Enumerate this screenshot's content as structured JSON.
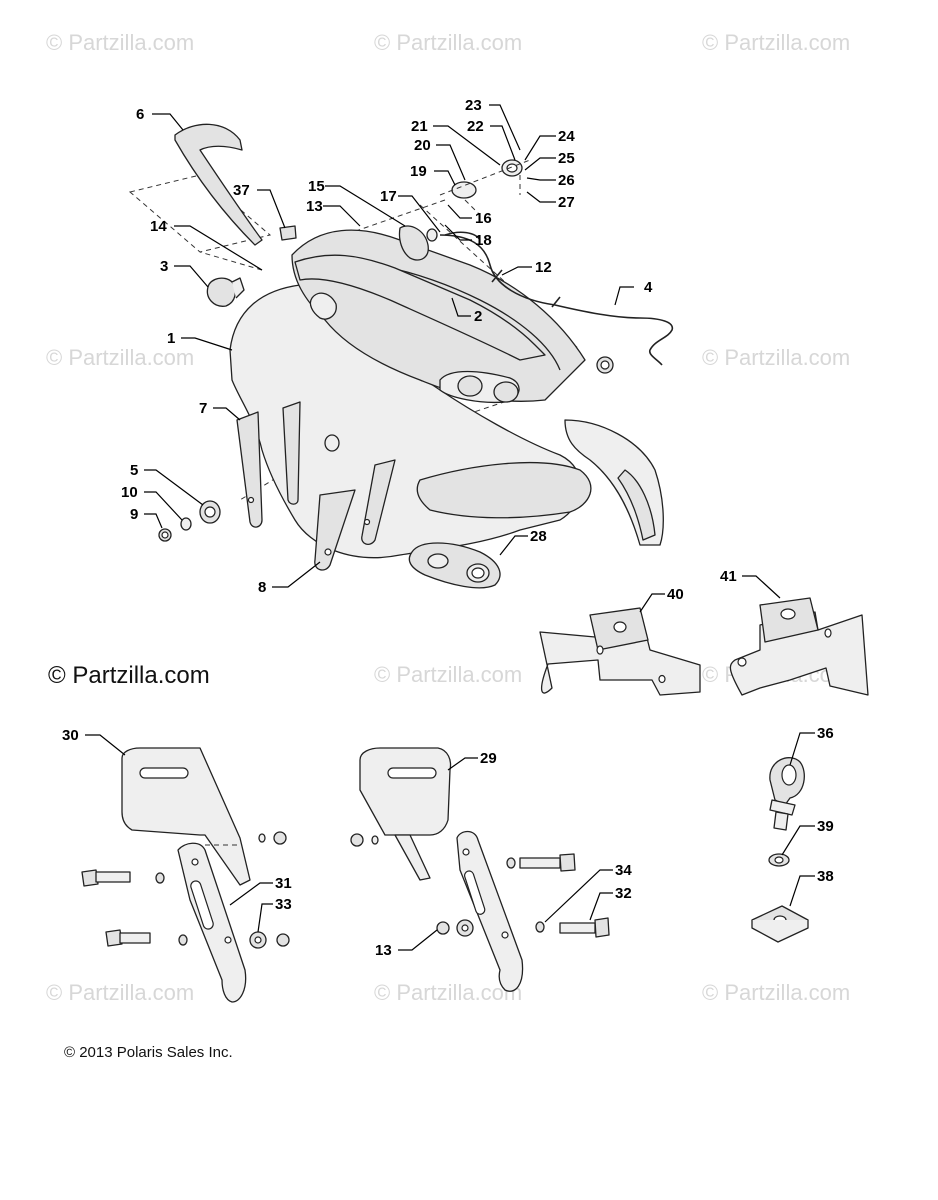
{
  "watermark_text": "© Partzilla.com",
  "brand_mark": "© Partzilla.com",
  "copyright": "© 2013 Polaris Sales Inc.",
  "callouts": {
    "c1": "1",
    "c2": "2",
    "c3": "3",
    "c4": "4",
    "c5": "5",
    "c6": "6",
    "c7": "7",
    "c8": "8",
    "c9": "9",
    "c10": "10",
    "c12": "12",
    "c13a": "13",
    "c13b": "13",
    "c14": "14",
    "c15": "15",
    "c16": "16",
    "c17": "17",
    "c18": "18",
    "c19": "19",
    "c20": "20",
    "c21": "21",
    "c22": "22",
    "c23": "23",
    "c24": "24",
    "c25": "25",
    "c26": "26",
    "c27": "27",
    "c28": "28",
    "c29": "29",
    "c30": "30",
    "c31": "31",
    "c32": "32",
    "c33": "33",
    "c34": "34",
    "c36": "36",
    "c37": "37",
    "c38": "38",
    "c39": "39",
    "c40": "40",
    "c41": "41"
  }
}
